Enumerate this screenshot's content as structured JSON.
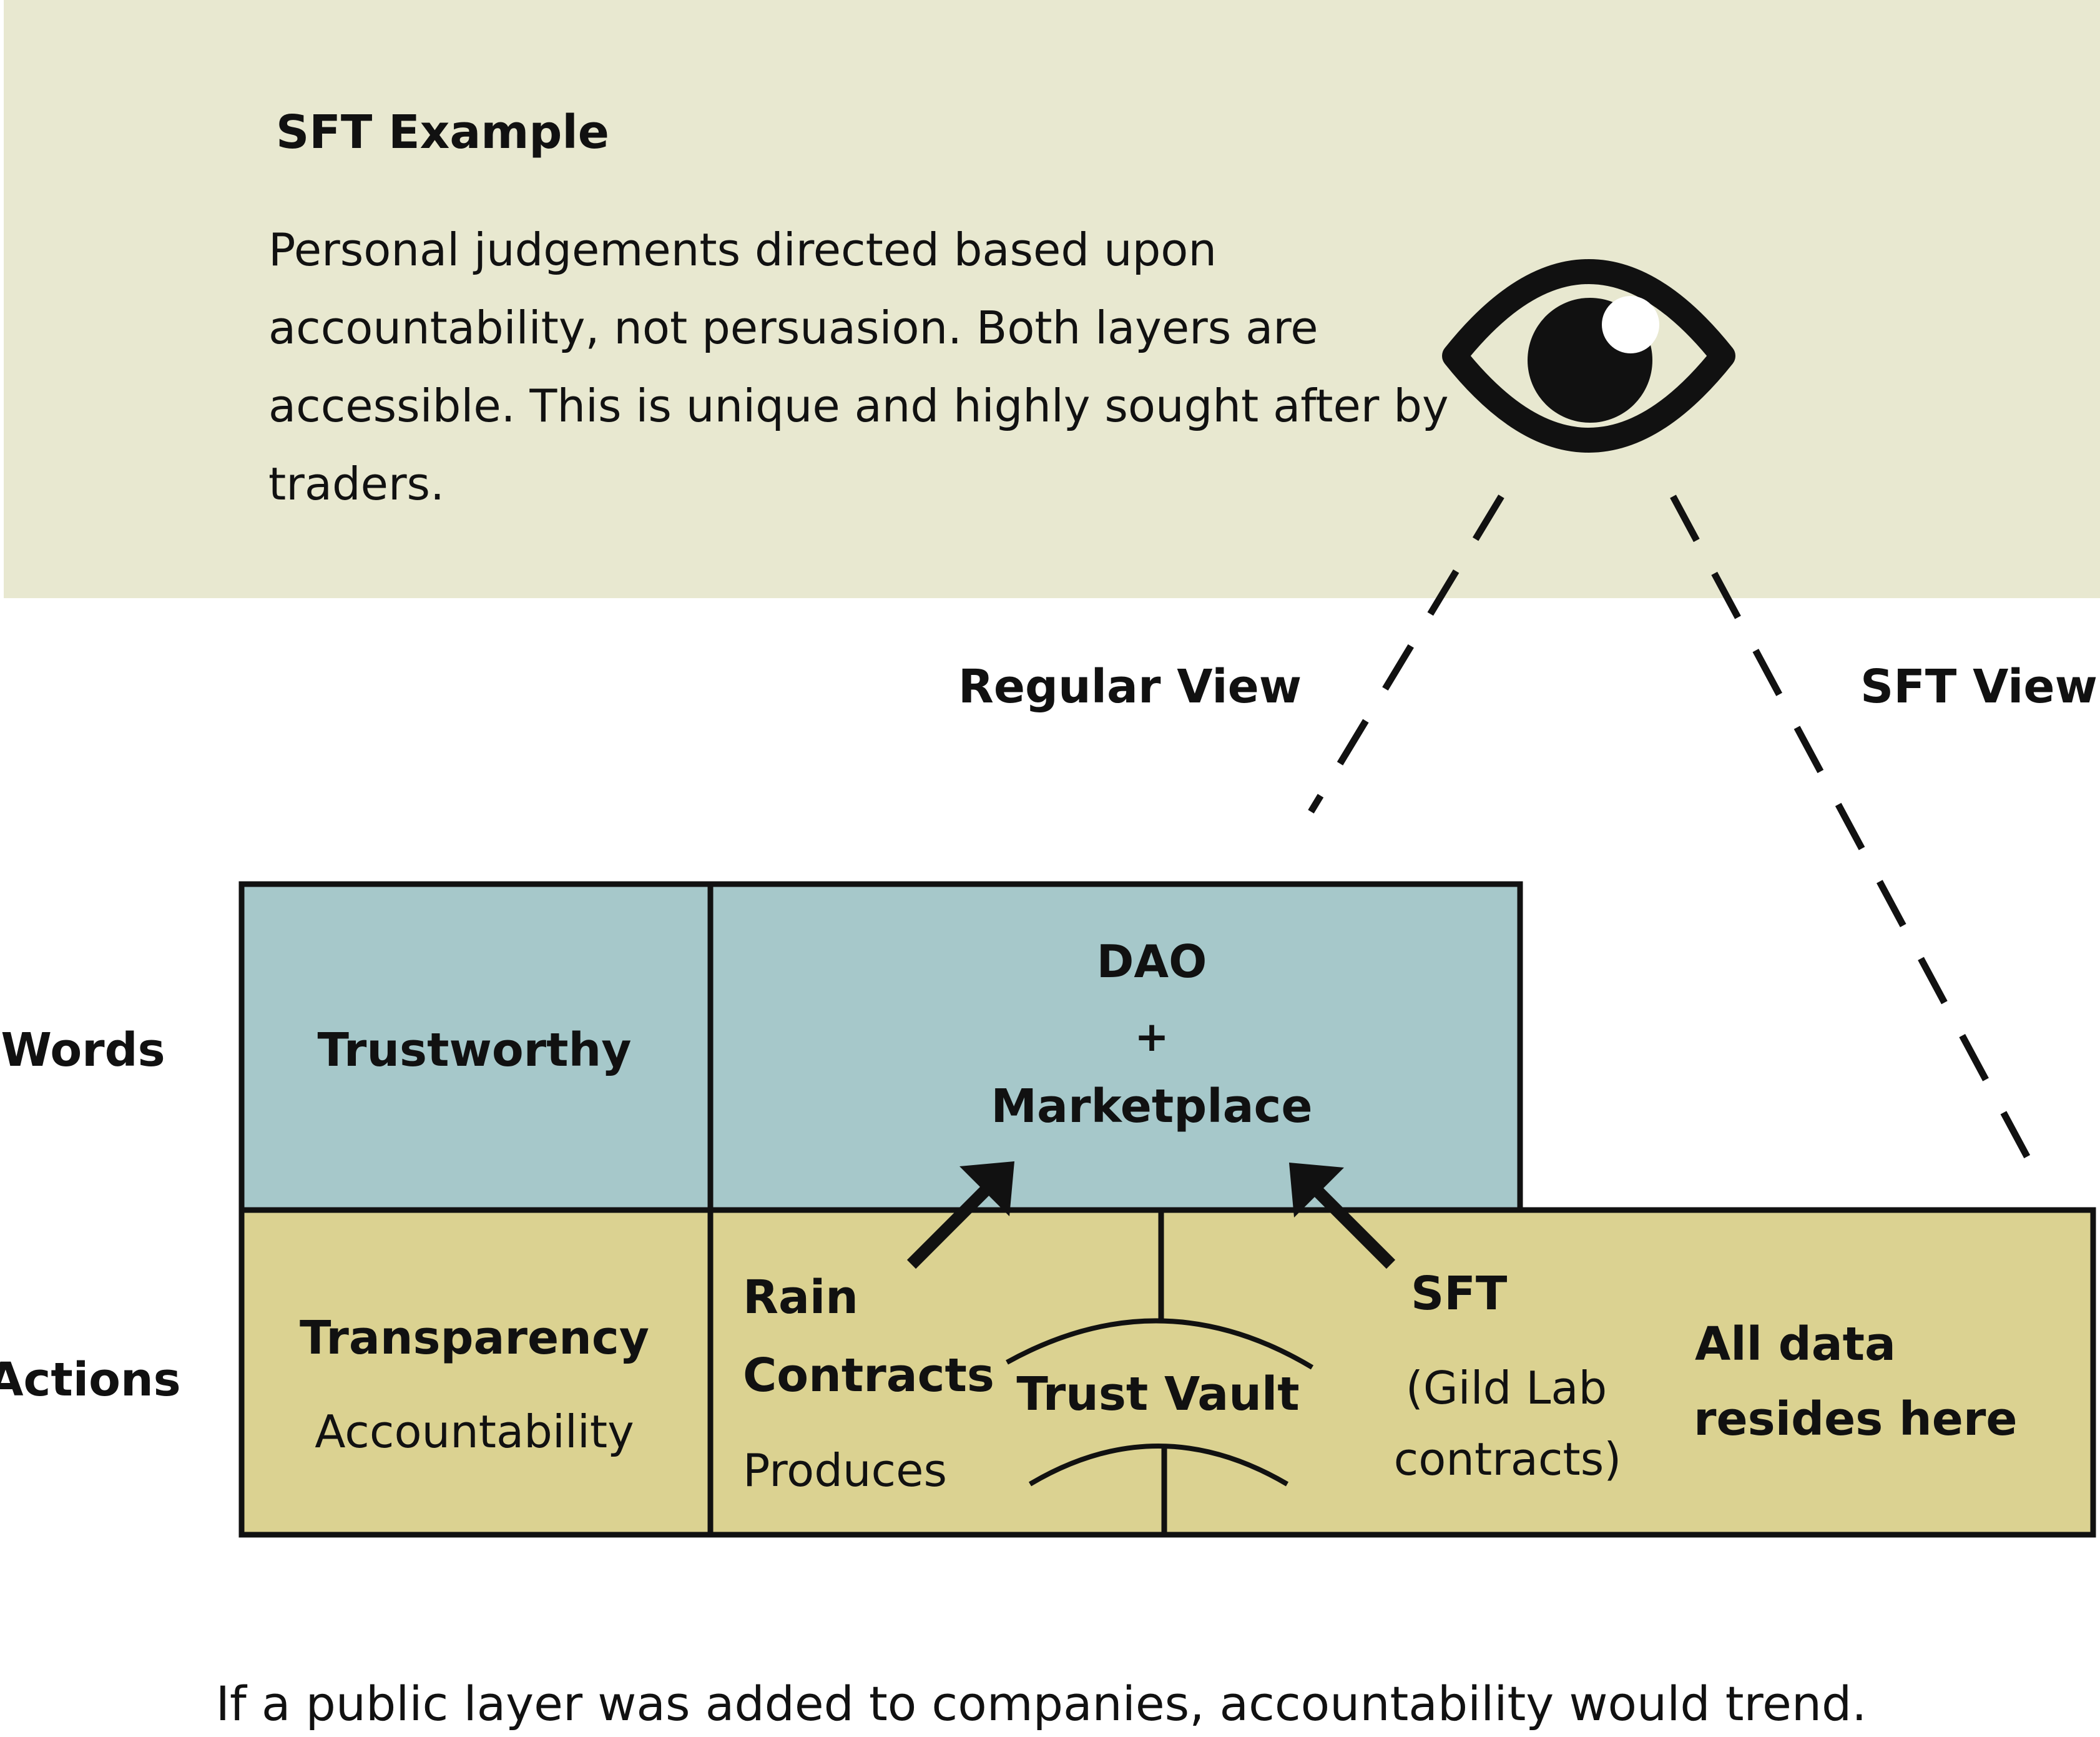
{
  "header": {
    "title": "SFT Example",
    "description_lines": [
      "Personal judgements directed based upon",
      "accountability, not persuasion. Both layers are",
      "accessible. This is unique and highly sought after by",
      "traders."
    ]
  },
  "view_labels": {
    "regular": "Regular View",
    "sft": "SFT View"
  },
  "row_labels": {
    "words": "Words",
    "actions": "Actions"
  },
  "words_layer": {
    "left_label": "Trustworthy",
    "right_lines": [
      "DAO",
      "+",
      "Marketplace"
    ]
  },
  "actions_layer": {
    "transparency": "Transparency",
    "accountability": "Accountability",
    "rain_lines": [
      "Rain",
      "Contracts"
    ],
    "produces": "Produces",
    "trust_vault": "Trust Vault",
    "sft": "SFT",
    "gild_lines": [
      "(Gild Lab",
      "contracts)"
    ],
    "all_data_lines": [
      "All data",
      "resides here"
    ]
  },
  "footer": "If a public layer was added to  companies, accountability would trend.",
  "colors": {
    "header_bg": "#e8e8d0",
    "words_bg": "#a6c8ca",
    "actions_bg": "#dbd291",
    "stroke": "#111111"
  },
  "icons": {
    "eye": "eye-icon"
  }
}
